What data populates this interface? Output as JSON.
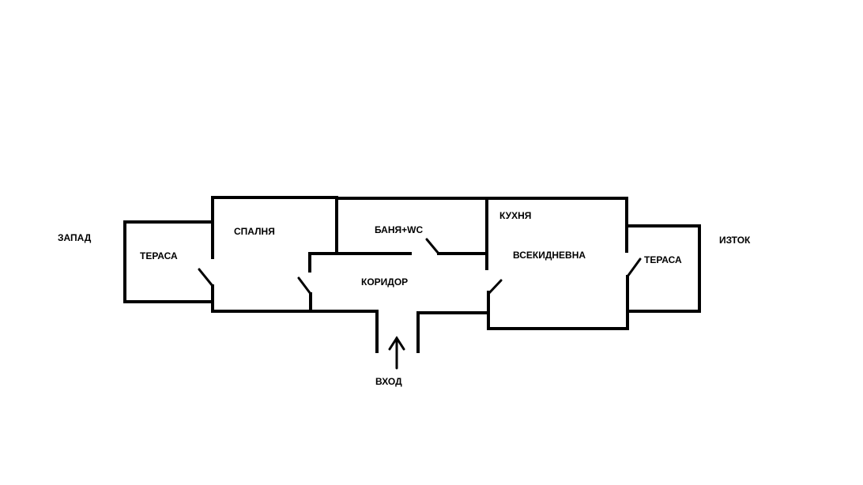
{
  "labels": {
    "west": "ЗАПАД",
    "east": "ИЗТОК",
    "terrace_west": "ТЕРАСА",
    "bedroom": "СПАЛНЯ",
    "bathroom": "БАНЯ+WC",
    "corridor": "КОРИДОР",
    "kitchen": "КУХНЯ",
    "living_room": "ВСЕКИДНЕВНА",
    "terrace_east": "ТЕРАСА",
    "entrance": "ВХОД"
  },
  "colors": {
    "line": "#000000",
    "background": "#ffffff"
  }
}
